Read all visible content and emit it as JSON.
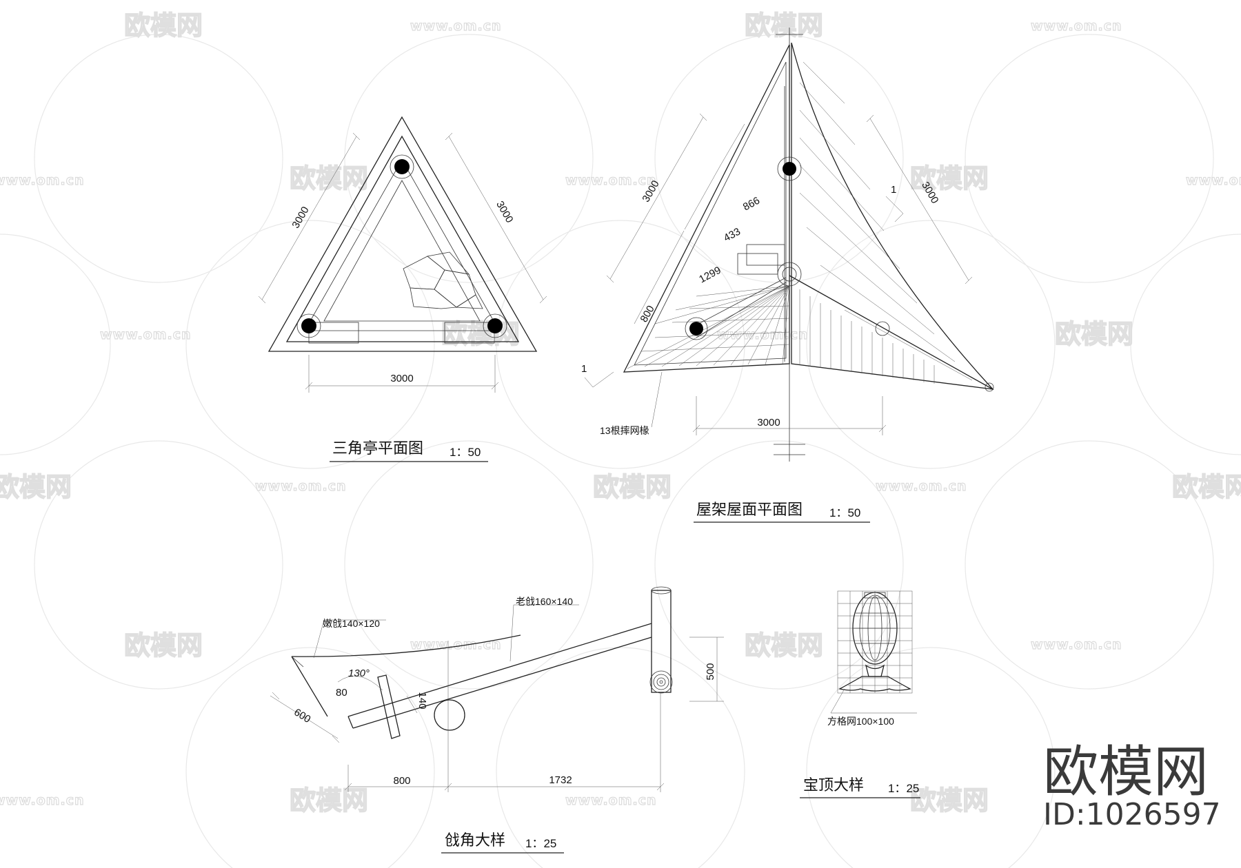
{
  "watermark": {
    "logo_text": "欧模网",
    "url_text": "www.om.cn",
    "id_text": "ID:1026597"
  },
  "plan_view": {
    "title": "三角亭平面图",
    "scale": "1：50",
    "dim_left": "3000",
    "dim_right": "3000",
    "dim_bottom": "3000"
  },
  "roof_plan": {
    "title": "屋架屋面平面图",
    "scale": "1：50",
    "dim_left_outer": "3000",
    "dim_right": "3000",
    "dim_bottom": "3000",
    "dim_866": "866",
    "dim_433": "433",
    "dim_1299": "1299",
    "dim_800": "800",
    "slope_mark": "1",
    "slope_mark_right": "1",
    "rafter_note": "13根摔网椽"
  },
  "corner_detail": {
    "title": "戗角大样",
    "scale": "1：25",
    "label_old_beam": "老戗160×140",
    "label_young_beam": "嫩戗140×120",
    "angle": "130°",
    "dim_80": "80",
    "dim_600": "600",
    "dim_140": "140",
    "dim_500": "500",
    "dim_800": "800",
    "dim_1732": "1732"
  },
  "finial_detail": {
    "title": "宝顶大样",
    "scale": "1：25",
    "grid_note": "方格网100×100"
  }
}
